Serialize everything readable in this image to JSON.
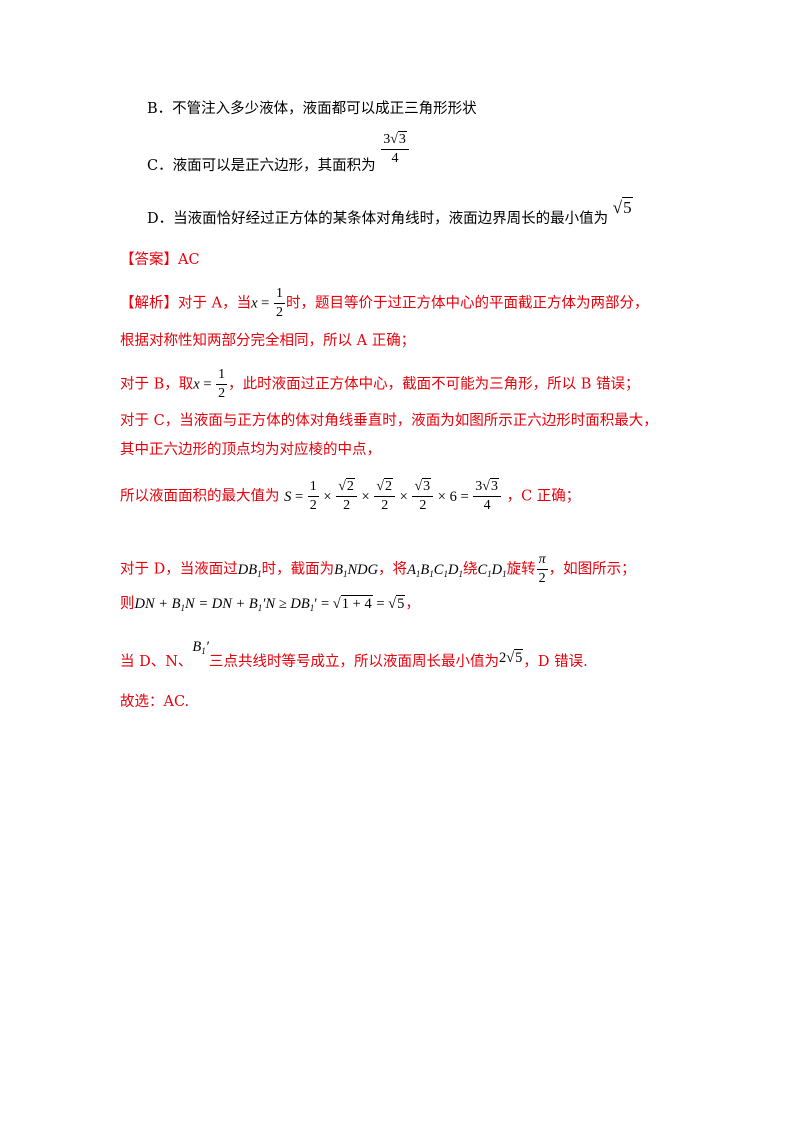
{
  "options": {
    "b": "B．不管注入多少液体，液面都可以成正三角形形状",
    "c_text": "C．液面可以是正六边形，其面积为",
    "c_num_coef": "3",
    "c_num_rad": "3",
    "c_den": "4",
    "d_text": "D．当液面恰好经过正方体的某条体对角线时，液面边界周长的最小值为",
    "d_rad": "5"
  },
  "answer": {
    "label": "【答案】",
    "value": "AC"
  },
  "analysis": {
    "label": "【解析】",
    "a_text1": "对于 A，当",
    "a_var": "x",
    "a_eq": " = ",
    "half_num": "1",
    "half_den": "2",
    "a_text2": "时，题目等价于过正方体中心的平面截正方体为两部分，",
    "a_line2": "根据对称性知两部分完全相同，所以 A 正确；",
    "b_text1": "对于 B，取",
    "b_text2": "，此时液面过正方体中心，截面不可能为三角形，所以 B 错误；",
    "c_line1": "对于 C，当液面与正方体的体对角线垂直时，液面为如图所示正六边形时面积最大，",
    "c_line2": "其中正六边形的顶点均为对应棱的中点，",
    "c_line3_text": "所以液面面积的最大值为",
    "c_S": "S",
    "c_eq": " = ",
    "c_times": " × ",
    "c_r2": "2",
    "c_r3": "3",
    "c_two": "2",
    "c_six": "6",
    "c_res_coef": "3",
    "c_res_rad": "3",
    "c_res_den": "4",
    "c_tail": "，C 正确；",
    "d_text1": "对于 D，当液面过",
    "d_DB": "DB",
    "d_sub1": "1",
    "d_text2": "时，截面为",
    "d_sec": "B",
    "d_sec2": "NDG",
    "d_text3": "，将",
    "d_A": "A",
    "d_B": "B",
    "d_C": "C",
    "d_D": "D",
    "d_text4": "绕",
    "d_text5": "旋转",
    "d_pi": "π",
    "d_text6": "，如图所示；",
    "d_then": "则",
    "d_eq_a": "DN + B",
    "d_eq_b": "N = DN + B",
    "d_eq_c": "′N ≥ DB",
    "d_eq_d": "′ = ",
    "d_eq_rad": "1 + 4",
    "d_eq_e": " = ",
    "d_eq_res": "5",
    "d_comma": "，",
    "d_last1": "当 D、N、",
    "d_Bp": "B",
    "d_Bp_prime": "′",
    "d_last2": "三点共线时等号成立，所以液面周长最小值为",
    "d_min_coef": "2",
    "d_min_rad": "5",
    "d_last3": "，D 错误.",
    "conclusion": "故选：AC."
  }
}
